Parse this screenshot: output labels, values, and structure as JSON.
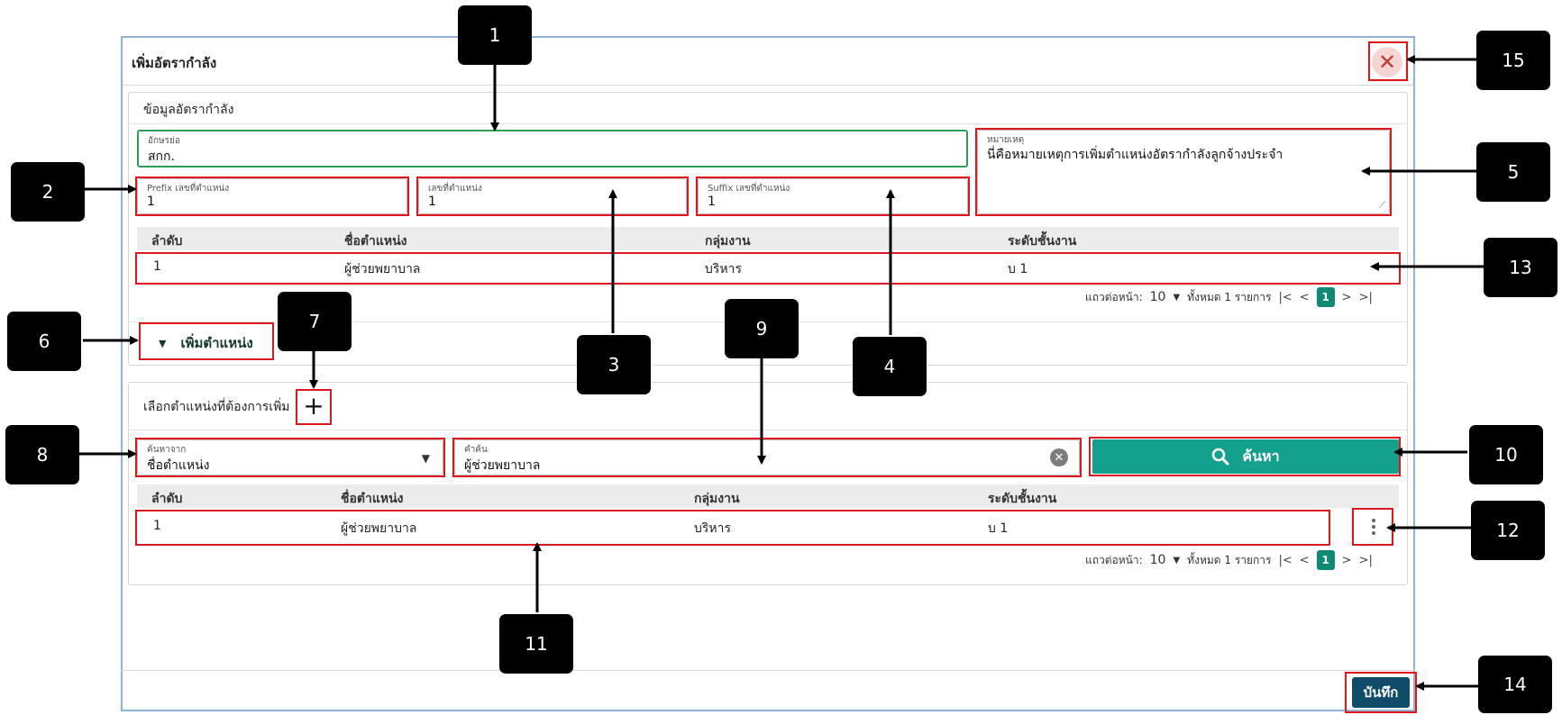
{
  "dialog": {
    "title": "เพิ่มอัตรากำลัง",
    "close_icon": "close-icon"
  },
  "info_section": {
    "title": "ข้อมูลอัตรากำลัง",
    "abbr": {
      "label": "อักษรย่อ",
      "value": "สกก."
    },
    "prefix": {
      "label": "Prefix เลขที่ตำแหน่ง",
      "value": "1"
    },
    "position_no": {
      "label": "เลขที่ตำแหน่ง",
      "value": "1"
    },
    "suffix": {
      "label": "Suffix เลขที่ตำแหน่ง",
      "value": "1"
    },
    "remark": {
      "label": "หมายเหตุ",
      "value": "นี่คือหมายเหตุการเพิ่มตำแหน่งอัตรากำลังลูกจ้างประจำ"
    },
    "table": {
      "columns": [
        "ลำดับ",
        "ชื่อตำแหน่ง",
        "กลุ่มงาน",
        "ระดับชั้นงาน"
      ],
      "rows": [
        [
          "1",
          "ผู้ช่วยพยาบาล",
          "บริหาร",
          "บ 1"
        ]
      ]
    },
    "pager": {
      "rows_per_page_label": "แถวต่อหน้า:",
      "rows_per_page": "10",
      "total": "ทั้งหมด 1 รายการ",
      "page": "1"
    },
    "add_position_label": "เพิ่มตำแหน่ง"
  },
  "select_section": {
    "title": "เลือกตำแหน่งที่ต้องการเพิ่ม",
    "plus": "+",
    "search_from": {
      "label": "ค้นหาจาก",
      "value": "ชื่อตำแหน่ง"
    },
    "keyword": {
      "label": "คำค้น",
      "value": "ผู้ช่วยพยาบาล"
    },
    "search_button": "ค้นหา",
    "table": {
      "columns": [
        "ลำดับ",
        "ชื่อตำแหน่ง",
        "กลุ่มงาน",
        "ระดับชั้นงาน"
      ],
      "rows": [
        [
          "1",
          "ผู้ช่วยพยาบาล",
          "บริหาร",
          "บ 1"
        ]
      ]
    },
    "pager": {
      "rows_per_page_label": "แถวต่อหน้า:",
      "rows_per_page": "10",
      "total": "ทั้งหมด 1 รายการ",
      "page": "1"
    }
  },
  "save_button": "บันทึก",
  "pager_icons": {
    "first": "|<",
    "prev": "<",
    "next": ">",
    "last": ">|"
  },
  "callouts": [
    "1",
    "2",
    "3",
    "4",
    "5",
    "6",
    "7",
    "8",
    "9",
    "10",
    "11",
    "12",
    "13",
    "14",
    "15"
  ],
  "colors": {
    "accent_teal": "#13a08c",
    "save_blue": "#0f4c6a",
    "highlight_red": "#e0161f",
    "focus_green": "#2e9e5b"
  }
}
